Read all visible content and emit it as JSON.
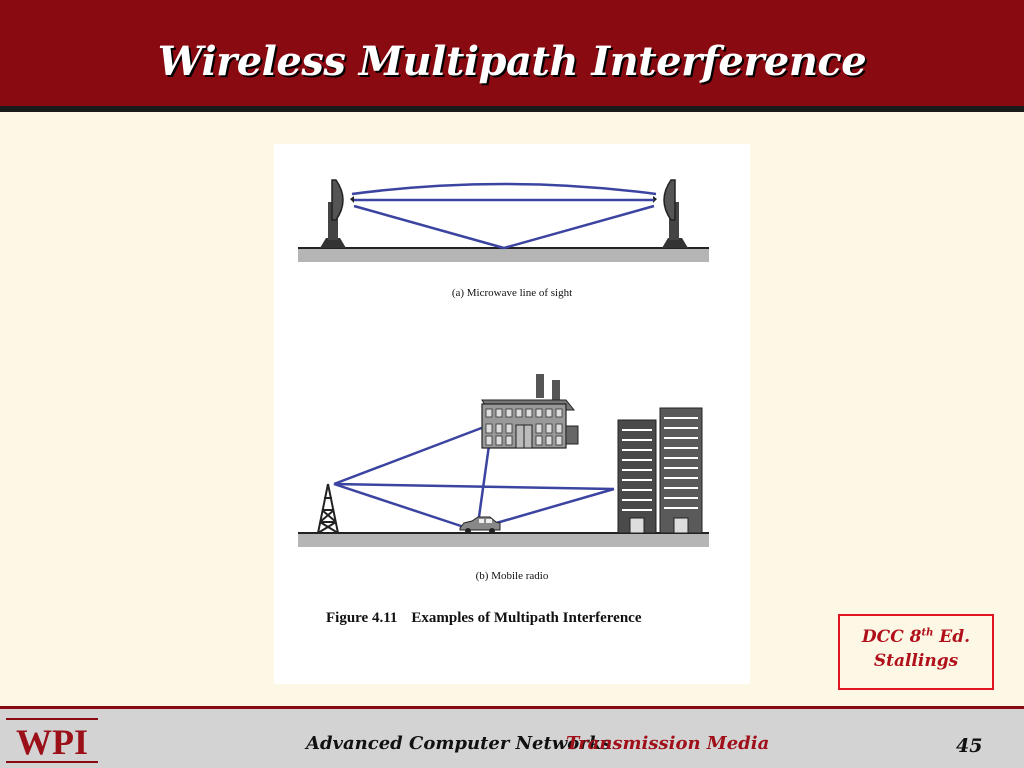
{
  "slide": {
    "title": "Wireless Multipath Interference"
  },
  "figure": {
    "caption_a": "(a) Microwave line of sight",
    "caption_b": "(b) Mobile radio",
    "figure_number": "Figure 4.11",
    "figure_title": "Examples of Multipath Interference"
  },
  "reference": {
    "line1_prefix": "DCC 8",
    "line1_sup": "th",
    "line1_suffix": " Ed.",
    "line2": "Stallings"
  },
  "footer": {
    "logo_text": "WPI",
    "course": "Advanced Computer Networks",
    "topic": "Transmission Media",
    "page": "45"
  },
  "colors": {
    "header_bg": "#8a0a12",
    "slide_bg": "#fdf8e6",
    "signal_path": "#3b44a0",
    "ref_border": "#e0151f"
  },
  "icons": [
    "microwave-dish-icon",
    "radio-tower-icon",
    "building-icon",
    "skyscraper-icon",
    "car-icon",
    "wpi-logo"
  ]
}
